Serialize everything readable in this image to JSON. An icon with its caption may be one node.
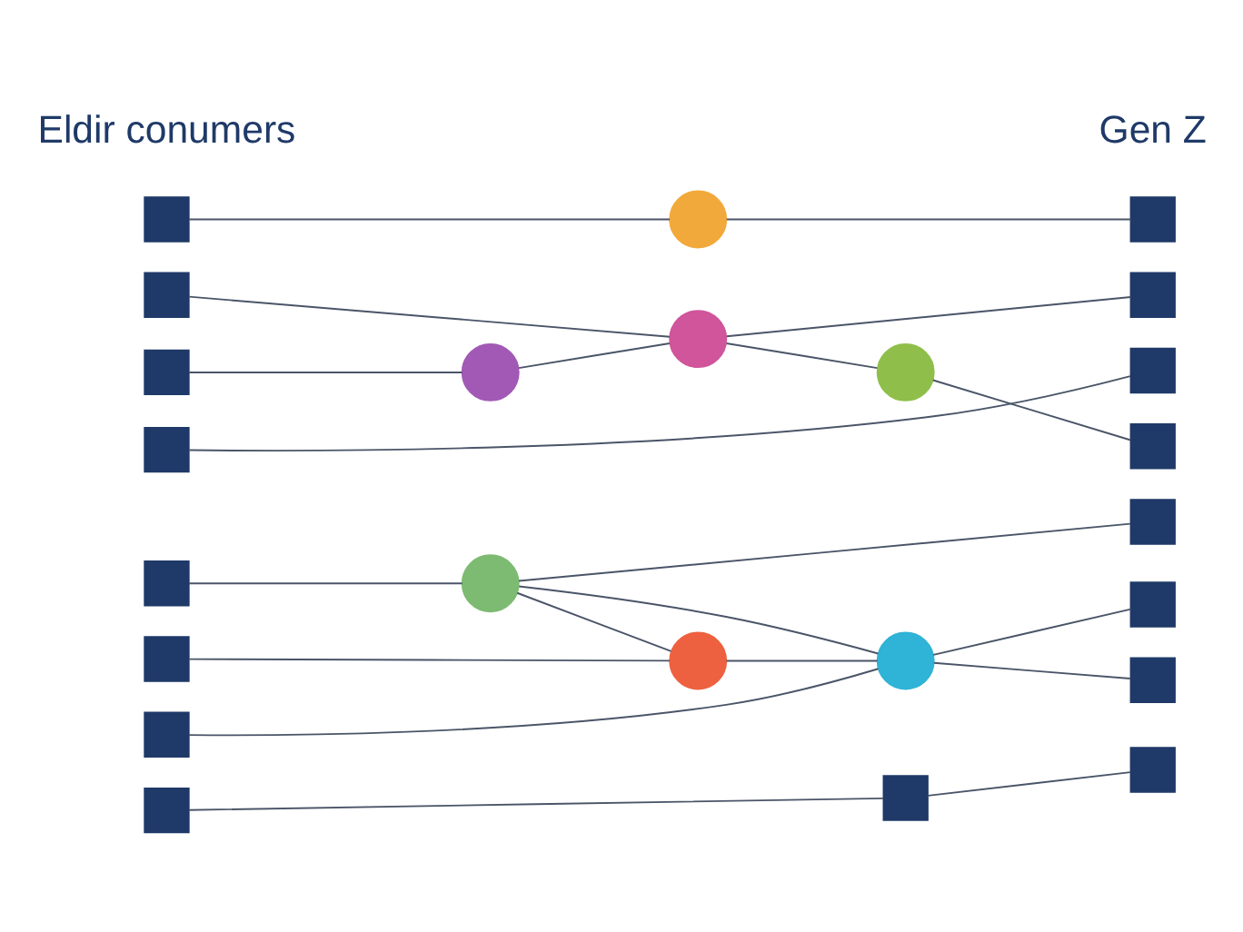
{
  "diagram": {
    "nodes": [
      {
        "text": [],
        "shape": "box"
      },
      {
        "text": [],
        "shape": "box"
      },
      {
        "text": [],
        "shape": "box"
      },
      {
        "text": [],
        "shape": "box"
      },
      {
        "text": [],
        "shape": "box"
      },
      {
        "text": [],
        "shape": "box"
      },
      {
        "text": [],
        "shape": "box"
      },
      {
        "text": [],
        "shape": "box"
      },
      {
        "text": [],
        "shape": "box"
      },
      {
        "text": [],
        "shape": "box"
      },
      {
        "text": [],
        "shape": "box"
      },
      {
        "text": [],
        "shape": "box"
      },
      {
        "text": [],
        "shape": "box"
      },
      {
        "text": [],
        "shape": "box"
      },
      {
        "text": [],
        "shape": "box"
      },
      {
        "text": [],
        "shape": "box"
      },
      {
        "text": [],
        "shape": "circle"
      },
      {
        "text": [],
        "shape": "circle"
      },
      {
        "text": [],
        "shape": "circle"
      },
      {
        "text": [],
        "shape": "circle"
      },
      {
        "text": [],
        "shape": "circle"
      },
      {
        "text": [],
        "shape": "circle"
      },
      {
        "text": [],
        "shape": "circle"
      },
      {
        "text": [],
        "shape": "box"
      }
    ],
    "edges": [
      {
        "from": 0,
        "to": 16,
        "arrow": "none"
      },
      {
        "from": 16,
        "to": 8,
        "arrow": "none"
      },
      {
        "from": 1,
        "to": 17,
        "arrow": "none"
      },
      {
        "from": 17,
        "to": 9,
        "arrow": "none"
      },
      {
        "from": 2,
        "to": 18,
        "arrow": "none"
      },
      {
        "from": 18,
        "to": 17,
        "arrow": "none"
      },
      {
        "from": 17,
        "to": 19,
        "arrow": "none"
      },
      {
        "from": 19,
        "to": 11,
        "arrow": "none"
      },
      {
        "from": 3,
        "to": 10,
        "arrow": "none"
      },
      {
        "from": 4,
        "to": 20,
        "arrow": "none"
      },
      {
        "from": 20,
        "to": 12,
        "arrow": "none"
      },
      {
        "from": 20,
        "to": 21,
        "arrow": "none"
      },
      {
        "from": 20,
        "to": 22,
        "arrow": "none"
      },
      {
        "from": 5,
        "to": 21,
        "arrow": "none"
      },
      {
        "from": 22,
        "to": 13,
        "arrow": "none"
      },
      {
        "from": 22,
        "to": 14,
        "arrow": "none"
      },
      {
        "from": 6,
        "to": 22,
        "arrow": "none"
      },
      {
        "from": 21,
        "to": 22,
        "arrow": "none"
      },
      {
        "from": 7,
        "to": 23,
        "arrow": "none"
      },
      {
        "from": 23,
        "to": 15,
        "arrow": "none"
      }
    ],
    "labels": [
      "Eldir conumers",
      "Gen Z"
    ]
  }
}
